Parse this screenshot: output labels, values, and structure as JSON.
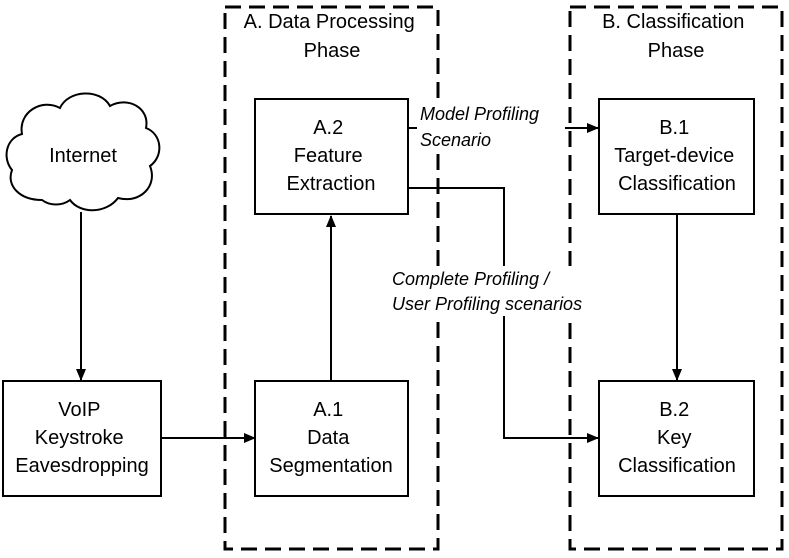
{
  "phases": {
    "a_title": [
      "A. Data Processing",
      "Phase"
    ],
    "b_title": [
      "B. Classification",
      "Phase"
    ]
  },
  "nodes": {
    "internet": [
      "Internet"
    ],
    "voip": [
      "VoIP",
      "Keystroke",
      "Eavesdropping"
    ],
    "a1": [
      "A.1",
      "Data",
      "Segmentation"
    ],
    "a2": [
      "A.2",
      "Feature",
      "Extraction"
    ],
    "b1": [
      "B.1",
      "Target-device",
      "Classification"
    ],
    "b2": [
      "B.2",
      "Key",
      "Classification"
    ]
  },
  "edge_labels": {
    "model_profiling": [
      "Model Profiling",
      "Scenario"
    ],
    "complete_profiling": [
      "Complete Profiling /",
      "User Profiling scenarios"
    ]
  }
}
